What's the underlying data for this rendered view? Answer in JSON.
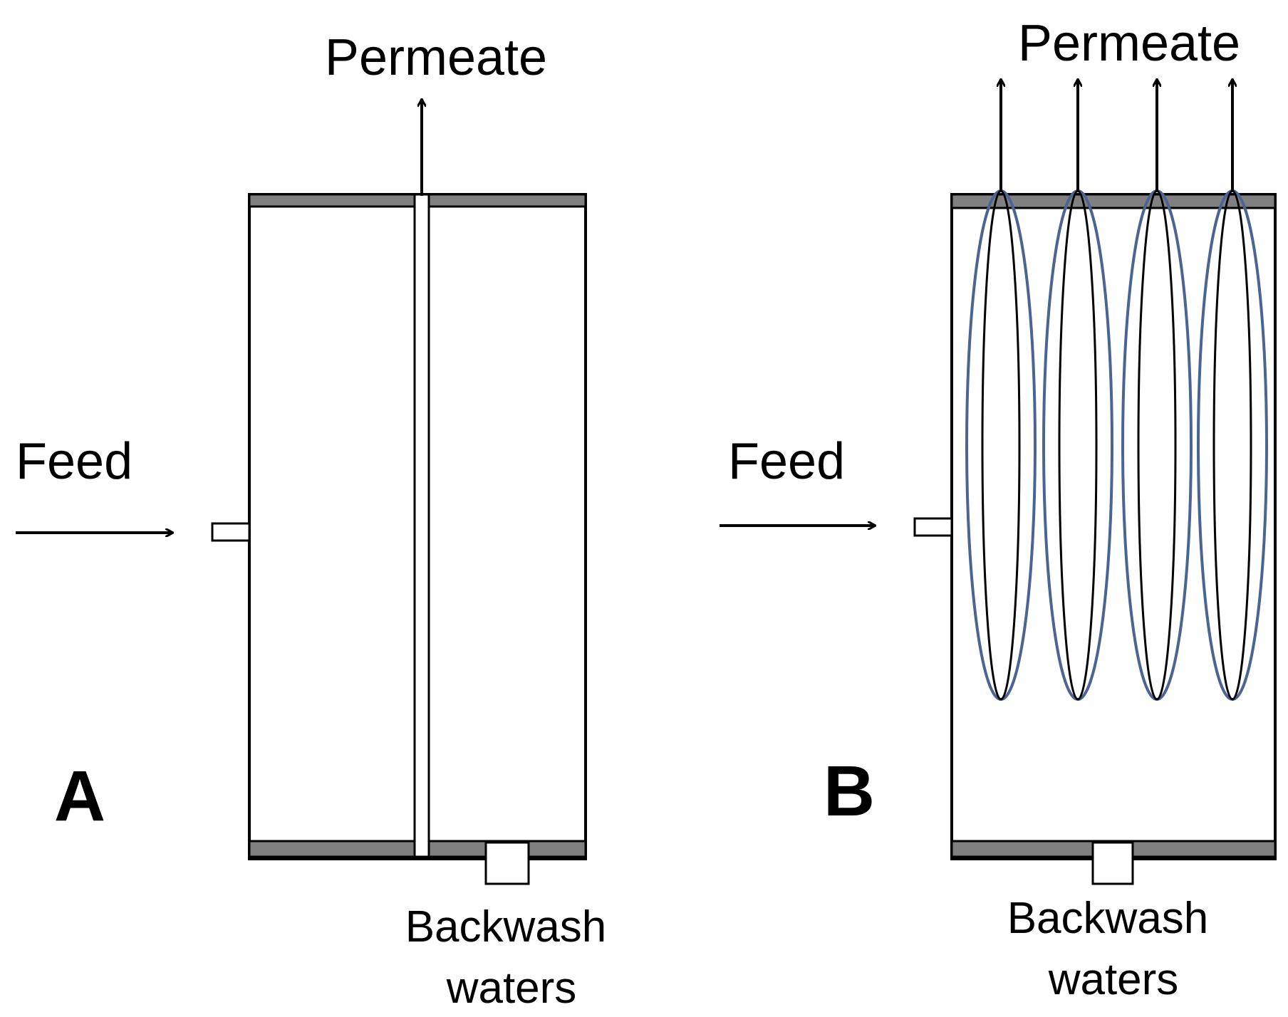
{
  "panel_a": {
    "letter": "A",
    "feed_label": "Feed",
    "permeate_label": "Permeate",
    "backwash_label_line1": "Backwash",
    "backwash_label_line2": "waters"
  },
  "panel_b": {
    "letter": "B",
    "feed_label": "Feed",
    "permeate_label": "Permeate",
    "backwash_label_line1": "Backwash",
    "backwash_label_line2": "waters",
    "fiber_count": 4
  },
  "colors": {
    "outline": "#000000",
    "plate_fill": "#808080",
    "fiber_outer": "#4a6591"
  }
}
